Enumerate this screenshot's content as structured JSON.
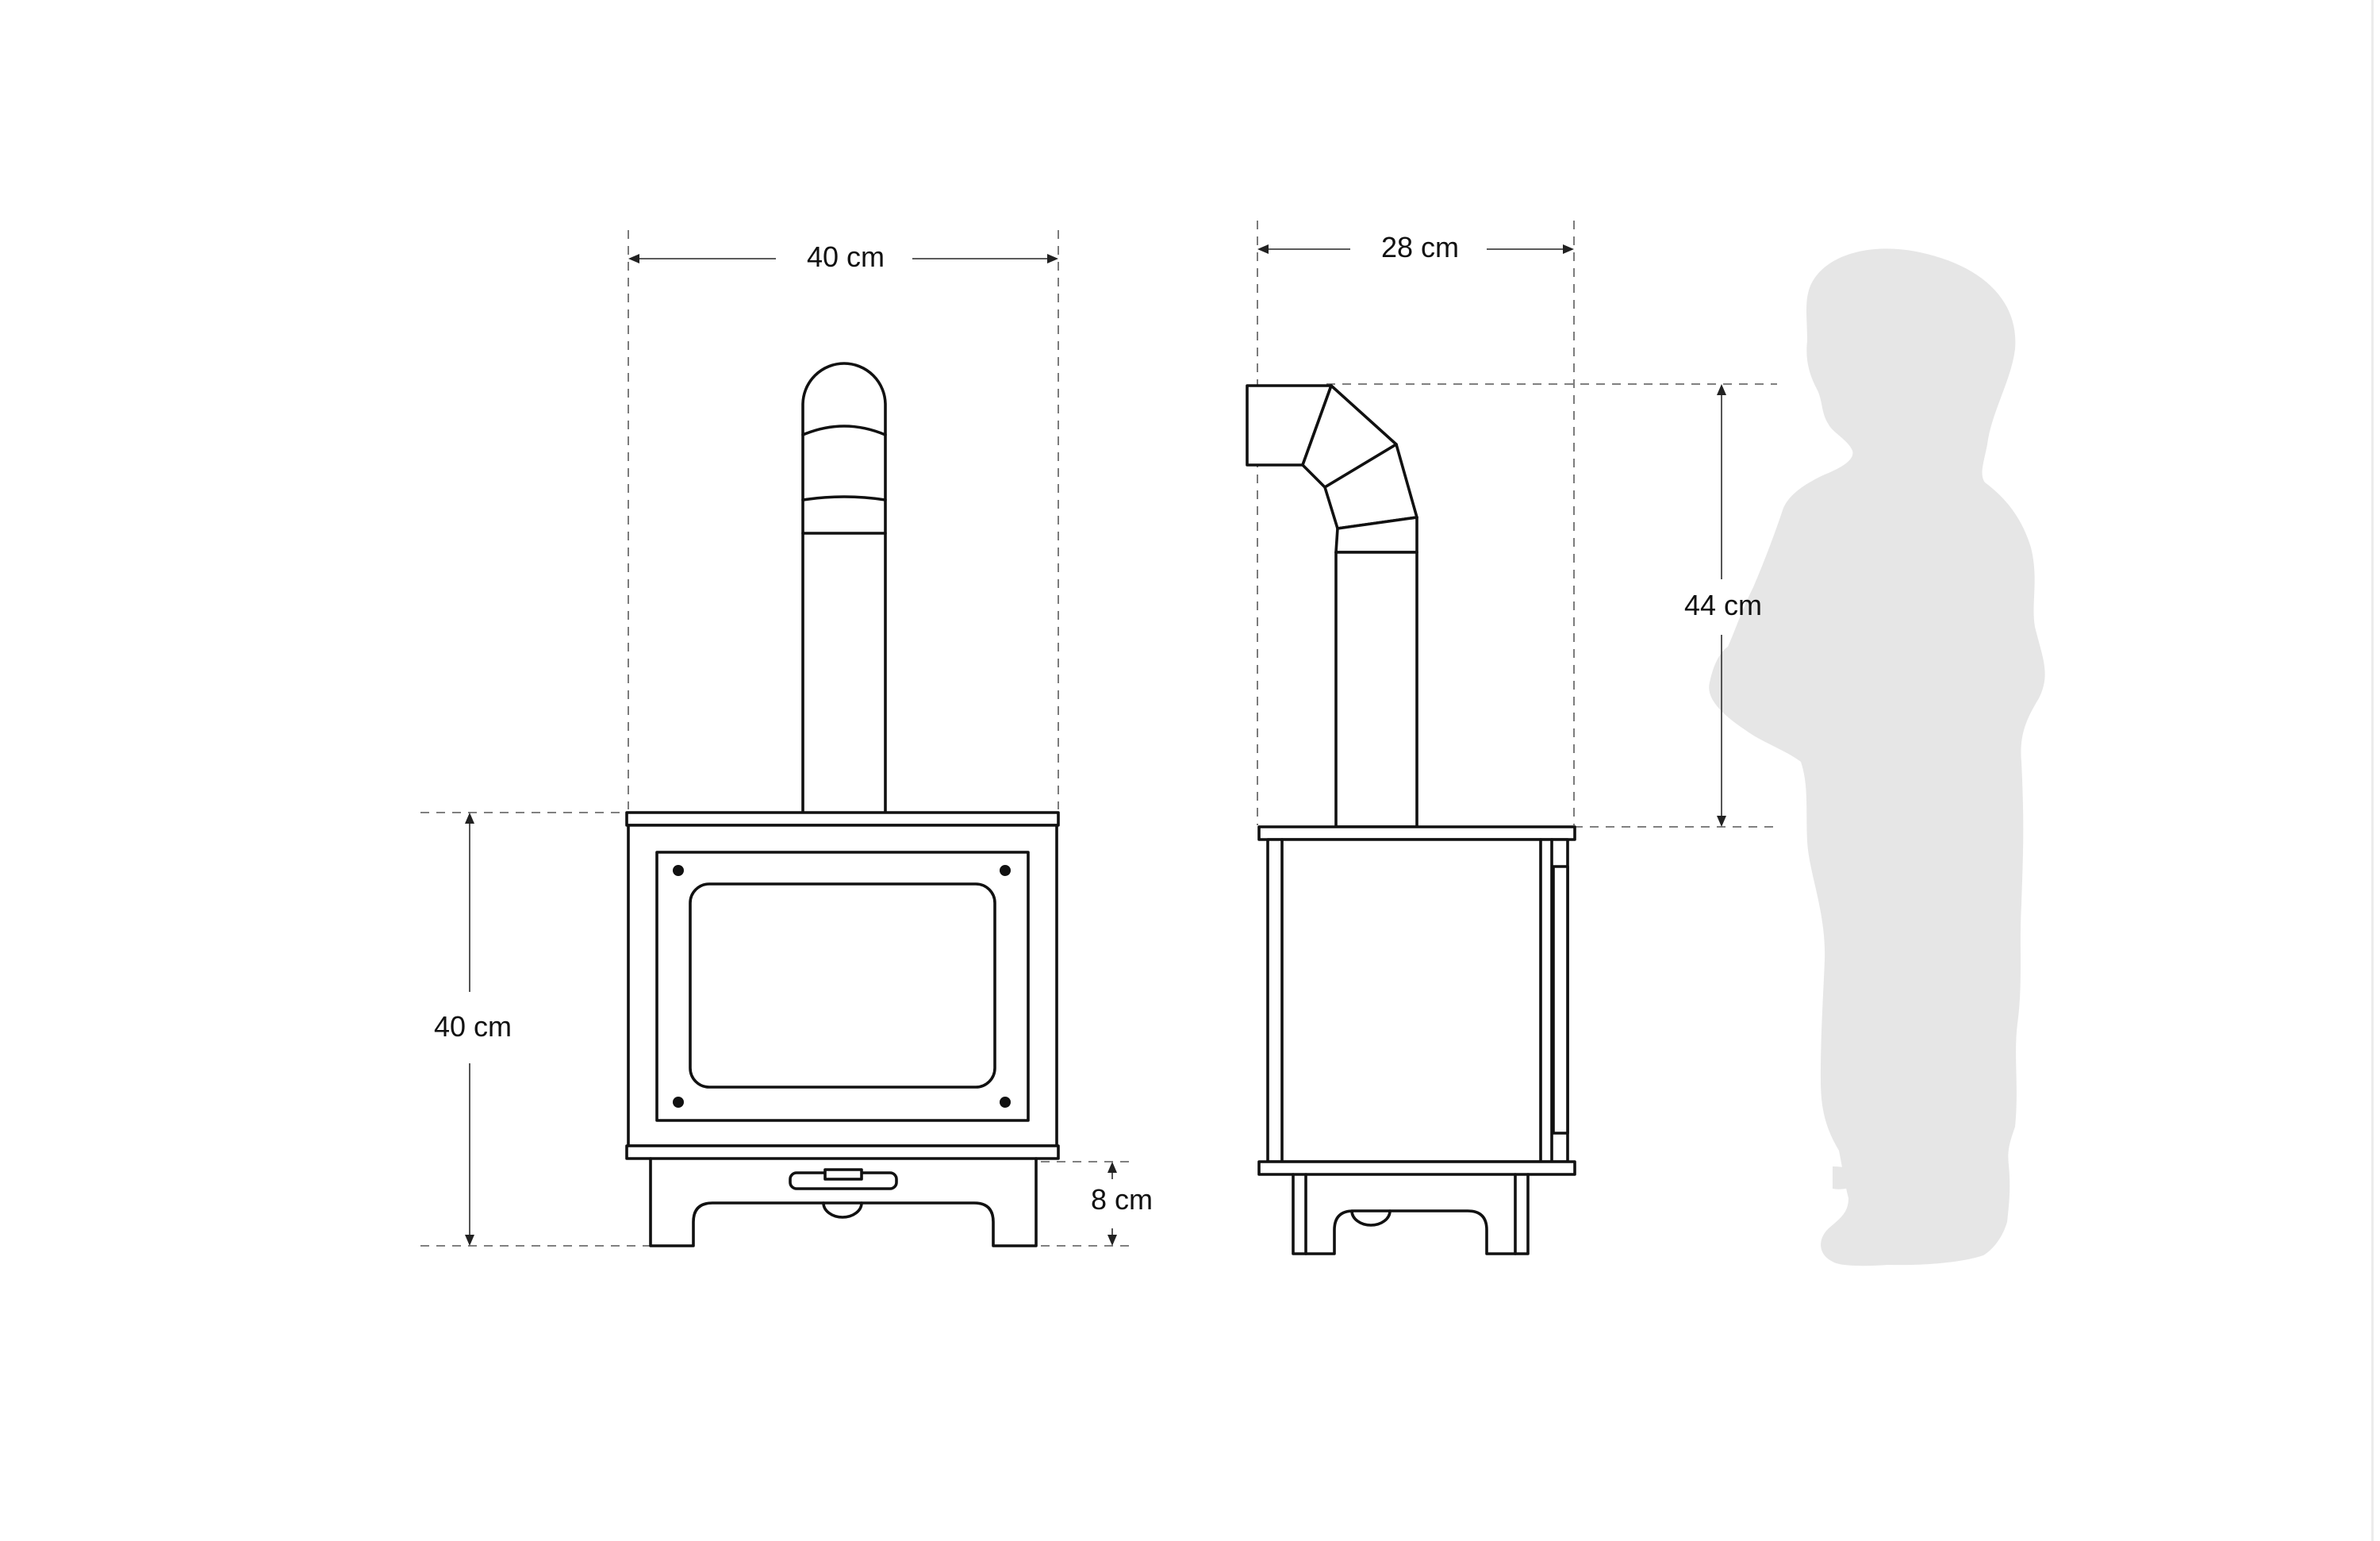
{
  "figure": {
    "dimensions": {
      "front_width": "40 cm",
      "front_height": "40 cm",
      "leg_height": "8 cm",
      "side_depth": "28 cm",
      "chimney_height": "44 cm"
    },
    "colors": {
      "line": "#111111",
      "dimension_line": "#6e6e6e",
      "silhouette": "#e6e6e6",
      "background": "#ffffff"
    }
  }
}
